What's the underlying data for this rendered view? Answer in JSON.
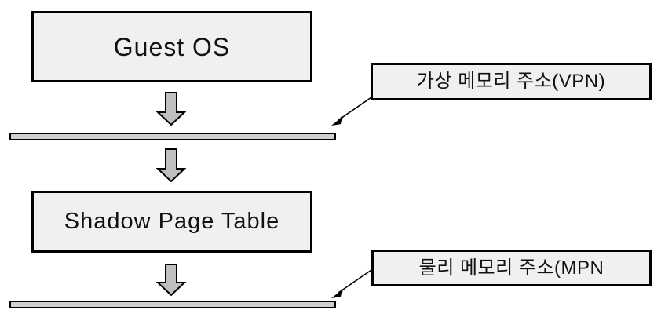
{
  "diagram": {
    "title": "Shadow Page Table address translation",
    "colors": {
      "box_fill": "#f0f0f0",
      "box_border": "#000000",
      "bar_fill": "#cfcfcf",
      "arrow_fill": "#bfbfbf",
      "arrow_border": "#000000",
      "background": "#ffffff",
      "text": "#111111"
    },
    "nodes": [
      {
        "id": "guest-os",
        "label": "Guest OS"
      },
      {
        "id": "shadow-page-table",
        "label": "Shadow Page Table"
      }
    ],
    "callouts": [
      {
        "id": "vpn",
        "label": "가상 메모리 주소(VPN)"
      },
      {
        "id": "mpn",
        "label": "물리 메모리 주소(MPN"
      }
    ],
    "bars": [
      {
        "id": "virtual-bus",
        "label": ""
      },
      {
        "id": "physical-bus",
        "label": ""
      }
    ],
    "arrows": [
      {
        "id": "guest-to-virtual-bus",
        "direction": "down"
      },
      {
        "id": "virtual-bus-to-shadow-page-table",
        "direction": "down"
      },
      {
        "id": "shadow-page-table-to-physical-bus",
        "direction": "down"
      }
    ],
    "leaders": [
      {
        "id": "vpn-leader",
        "from": "callout-vpn",
        "to": "virtual-bus"
      },
      {
        "id": "mpn-leader",
        "from": "callout-mpn",
        "to": "physical-bus"
      }
    ]
  }
}
